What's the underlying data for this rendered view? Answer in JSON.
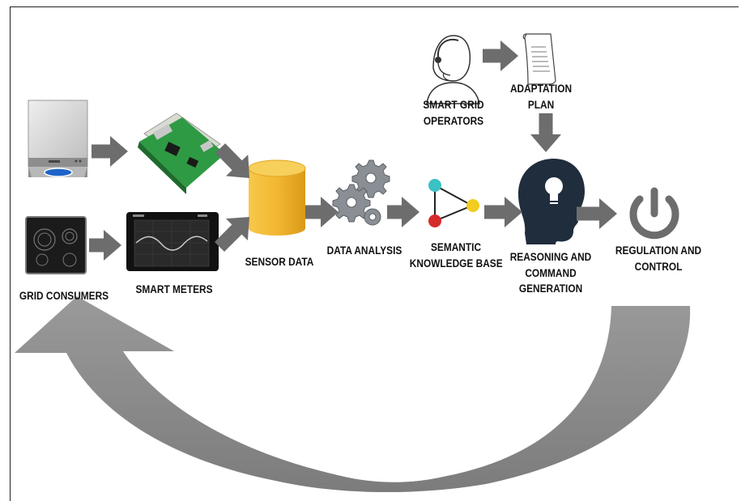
{
  "labels": {
    "grid_consumers": "GRID CONSUMERS",
    "smart_meters": "SMART METERS",
    "sensor_data": "SENSOR DATA",
    "data_analysis": "DATA ANALYSIS",
    "semantic_kb_1": "SEMANTIC",
    "semantic_kb_2": "KNOWLEDGE BASE",
    "reasoning_1": "REASONING AND",
    "reasoning_2": "COMMAND",
    "reasoning_3": "GENERATION",
    "regulation_1": "REGULATION AND",
    "regulation_2": "CONTROL",
    "operators_1": "SMART GRID",
    "operators_2": "OPERATORS",
    "adaptation_1": "ADAPTATION",
    "adaptation_2": "PLAN"
  },
  "colors": {
    "arrow": "#6d6d6d",
    "feedback": "#8c8c8c",
    "database": "#f2b732",
    "kb_node_top": "#3cc1c4",
    "kb_node_left": "#d62b2b",
    "kb_node_right": "#f2cc1e",
    "head": "#1f2d3d",
    "power_icon": "#6d6d6d"
  },
  "icons": {
    "washing_machine": "washing-machine-icon",
    "circuit_board": "circuit-board-icon",
    "cooktop": "cooktop-icon",
    "smart_meter": "smart-meter-icon",
    "database": "database-icon",
    "gears": "gears-icon",
    "knowledge_graph": "knowledge-graph-icon",
    "operator": "operator-headset-icon",
    "document": "document-icon",
    "head": "head-lightbulb-icon",
    "power": "power-icon"
  }
}
